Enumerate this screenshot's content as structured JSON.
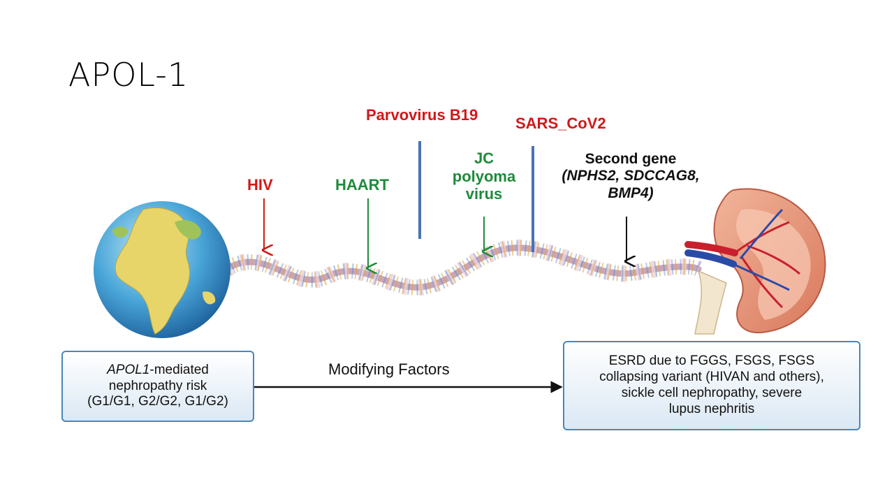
{
  "title": "APOL-1",
  "labels": {
    "parvovirus": "Parvovirus B19",
    "sars": "SARS_CoV2",
    "hiv": "HIV",
    "haart": "HAART",
    "jc": [
      "JC",
      "polyoma",
      "virus"
    ],
    "second_gene": "Second gene",
    "second_gene_list": [
      "(NPHS2, SDCCAG8,",
      "BMP4)"
    ]
  },
  "left_box": {
    "italic": "APOL1",
    "line1_rest": "-mediated",
    "line2": "nephropathy risk",
    "line3": "(G1/G1, G2/G2, G1/G2)"
  },
  "arrow_label": "Modifying Factors",
  "right_box": {
    "lines": [
      "ESRD due to FGGS, FSGS, FSGS",
      "collapsing variant (HIVAN and others),",
      "sickle cell nephropathy, severe",
      "lupus nephritis"
    ]
  },
  "colors": {
    "red": "#d01818",
    "green": "#1f8a3a",
    "blue_line": "#4a72b8",
    "box_border": "#4a86b8"
  },
  "icons": [
    "globe-icon",
    "dna-helix",
    "kidney-icon"
  ]
}
